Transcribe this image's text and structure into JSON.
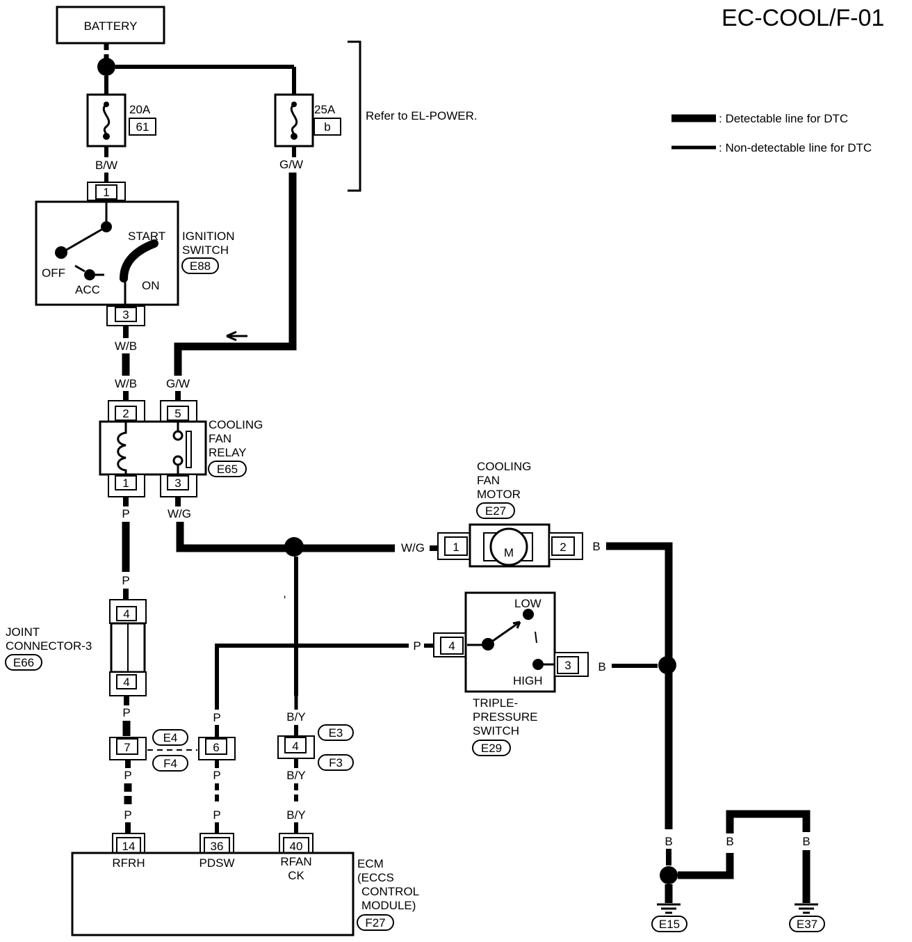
{
  "title": "EC-COOL/F-01",
  "legend": {
    "detectable": ": Detectable line for DTC",
    "non_detectable": ": Non-detectable line for DTC"
  },
  "refer_note": "Refer to EL-POWER.",
  "battery": {
    "label": "BATTERY"
  },
  "fuses": [
    {
      "rating": "20A",
      "id": "61"
    },
    {
      "rating": "25A",
      "id": "b"
    }
  ],
  "ignition_switch": {
    "name_line1": "IGNITION",
    "name_line2": "SWITCH",
    "code": "E88",
    "positions": [
      "START",
      "OFF",
      "ACC",
      "ON"
    ],
    "pins": [
      "1",
      "3"
    ]
  },
  "cooling_fan_relay": {
    "name_line1": "COOLING",
    "name_line2": "FAN",
    "name_line3": "RELAY",
    "code": "E65",
    "pins": [
      "2",
      "5",
      "1",
      "3"
    ]
  },
  "cooling_fan_motor": {
    "name_line1": "COOLING",
    "name_line2": "FAN",
    "name_line3": "MOTOR",
    "code": "E27",
    "symbol": "M",
    "pins": [
      "1",
      "2"
    ]
  },
  "triple_pressure_switch": {
    "name_line1": "TRIPLE-",
    "name_line2": "PRESSURE",
    "name_line3": "SWITCH",
    "code": "E29",
    "low": "LOW",
    "high": "HIGH",
    "pins": [
      "4",
      "3"
    ]
  },
  "joint_connector": {
    "name_line1": "JOINT",
    "name_line2": "CONNECTOR-3",
    "code": "E66",
    "pins": [
      "4",
      "4"
    ]
  },
  "harness_connectors": {
    "e4": "E4",
    "f4": "F4",
    "e3": "E3",
    "f3": "F3",
    "pin_7": "7",
    "pin_6": "6",
    "pin_4": "4"
  },
  "ecm": {
    "name_line1": "ECM",
    "name_line2": "(ECCS",
    "name_line3": "CONTROL",
    "name_line4": "MODULE)",
    "code": "F27",
    "terminals": [
      {
        "pin": "14",
        "name": "RFRH"
      },
      {
        "pin": "36",
        "name": "PDSW"
      },
      {
        "pin": "40",
        "name": "RFAN",
        "name2": "CK"
      }
    ]
  },
  "grounds": [
    "E15",
    "E37"
  ],
  "wire_colors": {
    "bw": "B/W",
    "gw": "G/W",
    "wb": "W/B",
    "wg": "W/G",
    "p": "P",
    "by": "B/Y",
    "b": "B"
  }
}
